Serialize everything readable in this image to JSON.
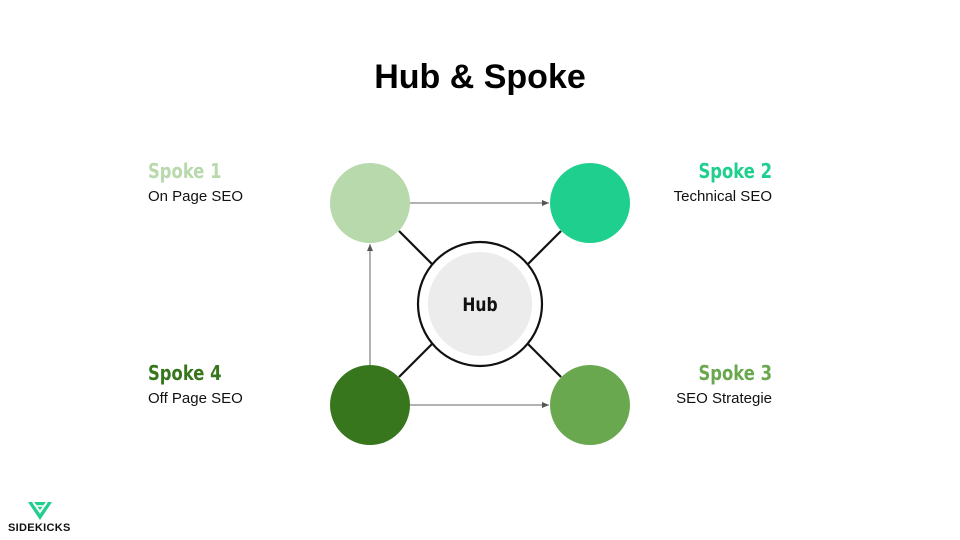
{
  "title": "Hub & Spoke",
  "hub": {
    "label": "Hub"
  },
  "spokes": [
    {
      "id": "spoke1",
      "name": "Spoke 1",
      "description": "On Page SEO",
      "color": "#b7d9ab"
    },
    {
      "id": "spoke2",
      "name": "Spoke 2",
      "description": "Technical SEO",
      "color": "#1ecf8e"
    },
    {
      "id": "spoke3",
      "name": "Spoke 3",
      "description": "SEO Strategie",
      "color": "#6aa84f"
    },
    {
      "id": "spoke4",
      "name": "Spoke 4",
      "description": "Off Page SEO",
      "color": "#38761d"
    }
  ],
  "arrows": [
    {
      "from": "Spoke 1",
      "to": "Spoke 2"
    },
    {
      "from": "Spoke 4",
      "to": "Spoke 3"
    },
    {
      "from": "Spoke 4",
      "to": "Spoke 1"
    }
  ],
  "logo": {
    "text": "SIDEKICKS",
    "color": "#1ecf8e"
  }
}
